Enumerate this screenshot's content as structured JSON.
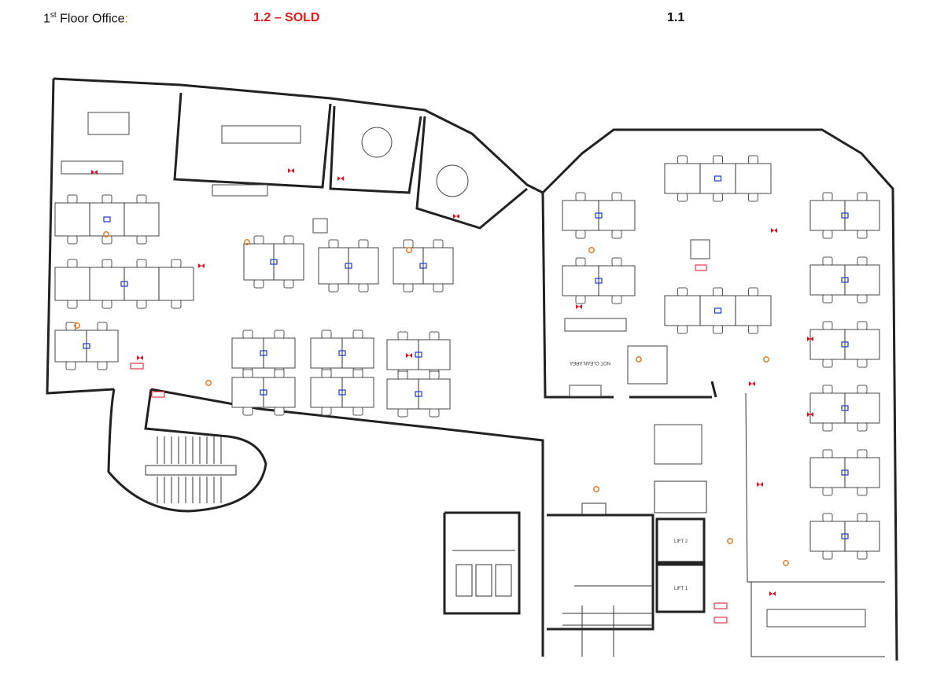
{
  "header": {
    "floor_label_main": "1",
    "floor_label_sup": "st",
    "floor_label_rest": " Floor Office",
    "floor_label_colon": ":",
    "unit_sold": "1.2 – SOLD",
    "unit_other": "1.1"
  },
  "plan": {
    "lift_1": "LIFT 1",
    "lift_2": "LIFT 2",
    "area_note": "NOT CLEAN AREA"
  },
  "colors": {
    "sold_red": "#e01b1b",
    "accent_orange": "#d97a1f",
    "monitor_blue": "#1d37c8"
  }
}
